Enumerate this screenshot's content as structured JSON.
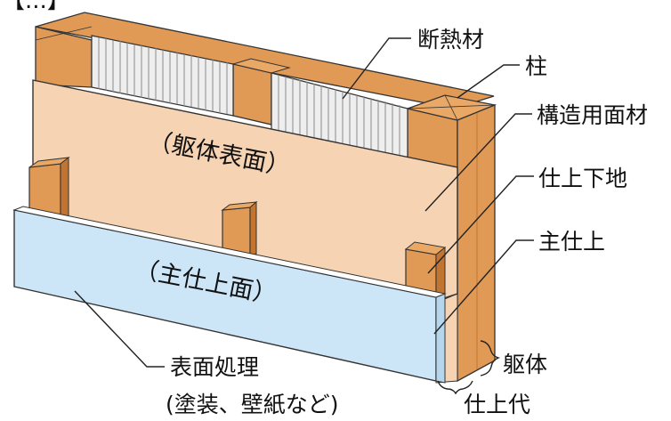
{
  "diagram": {
    "header_fragment": "【...】",
    "labels": {
      "insulation": "断熱材",
      "column": "柱",
      "structural_panel": "構造用面材",
      "finish_base": "仕上下地",
      "main_finish": "主仕上",
      "surface_treatment": "表面処理",
      "surface_treatment_note": "(塗装、壁紙など)",
      "structure": "躯体",
      "finish_allowance": "仕上代",
      "structure_surface": "（躯体表面）",
      "main_finish_surface": "（主仕上面）"
    },
    "colors": {
      "wood": "#e09a55",
      "wood_dark": "#c27530",
      "panel": "#f6d3b3",
      "finish": "#cce6f8",
      "insulation": "#eeeeee",
      "line": "#333333"
    }
  }
}
